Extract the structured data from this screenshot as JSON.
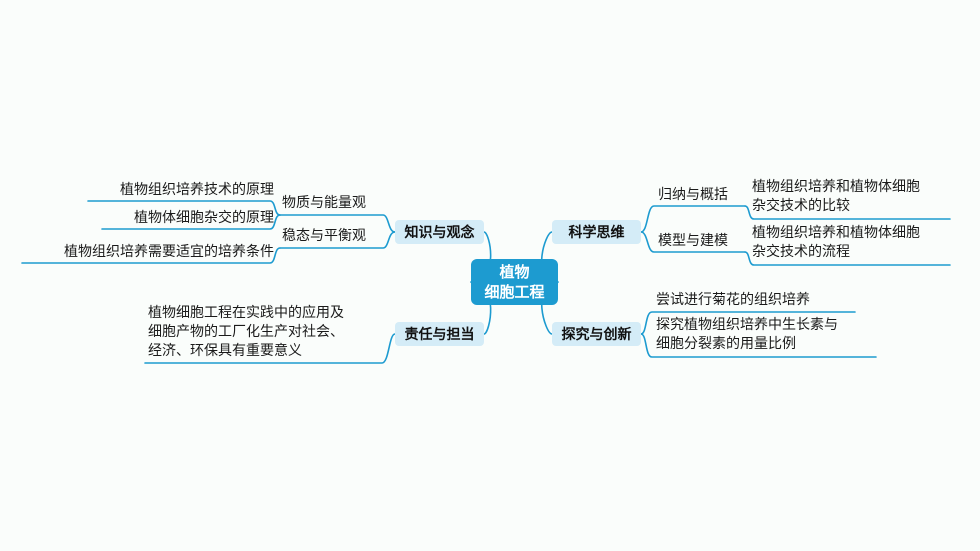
{
  "center": {
    "line1": "植物",
    "line2": "细胞工程"
  },
  "left": {
    "knowledge": {
      "label": "知识与观念",
      "material": {
        "label": "物质与能量观",
        "items": [
          "植物组织培养技术的原理",
          "植物体细胞杂交的原理"
        ]
      },
      "homeostasis": {
        "label": "稳态与平衡观",
        "items": [
          "植物组织培养需要适宜的培养条件"
        ]
      }
    },
    "responsibility": {
      "label": "责任与担当",
      "lines": [
        "植物细胞工程在实践中的应用及",
        "细胞产物的工厂化生产对社会、",
        "经济、环保具有重要意义"
      ]
    }
  },
  "right": {
    "science": {
      "label": "科学思维",
      "induction": {
        "label": "归纳与概括",
        "lines": [
          "植物组织培养和植物体细胞",
          "杂交技术的比较"
        ]
      },
      "modeling": {
        "label": "模型与建模",
        "lines": [
          "植物组织培养和植物体细胞",
          "杂交技术的流程"
        ]
      }
    },
    "inquiry": {
      "label": "探究与创新",
      "item1": "尝试进行菊花的组织培养",
      "item2_lines": [
        "探究植物组织培养中生长素与",
        "细胞分裂素的用量比例"
      ]
    }
  },
  "colors": {
    "line": "#1d9bd0",
    "category_fill": "#d4ecf7",
    "center_fill": "#1d9bd0"
  }
}
